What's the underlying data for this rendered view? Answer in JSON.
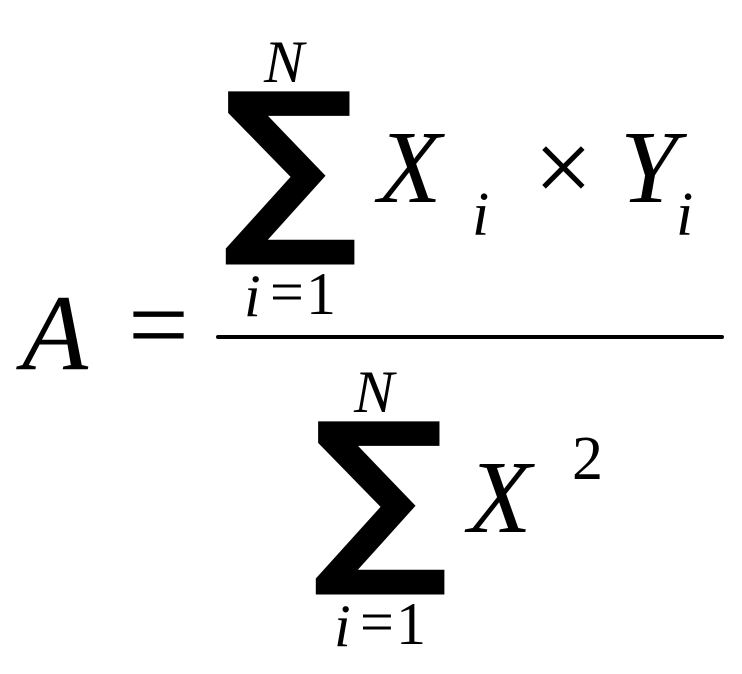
{
  "formula": {
    "lhs": {
      "variable": "A",
      "equals": "="
    },
    "numerator": {
      "sum_symbol": "∑",
      "upper_limit": "N",
      "lower_index": "i",
      "lower_equals": "=",
      "lower_value": "1",
      "term_x": "X",
      "term_x_subscript": "i",
      "operator": "×",
      "term_y": "Y",
      "term_y_subscript": "i"
    },
    "denominator": {
      "sum_symbol": "∑",
      "upper_limit": "N",
      "lower_index": "i",
      "lower_equals": "=",
      "lower_value": "1",
      "term_x": "X",
      "exponent": "2"
    }
  }
}
